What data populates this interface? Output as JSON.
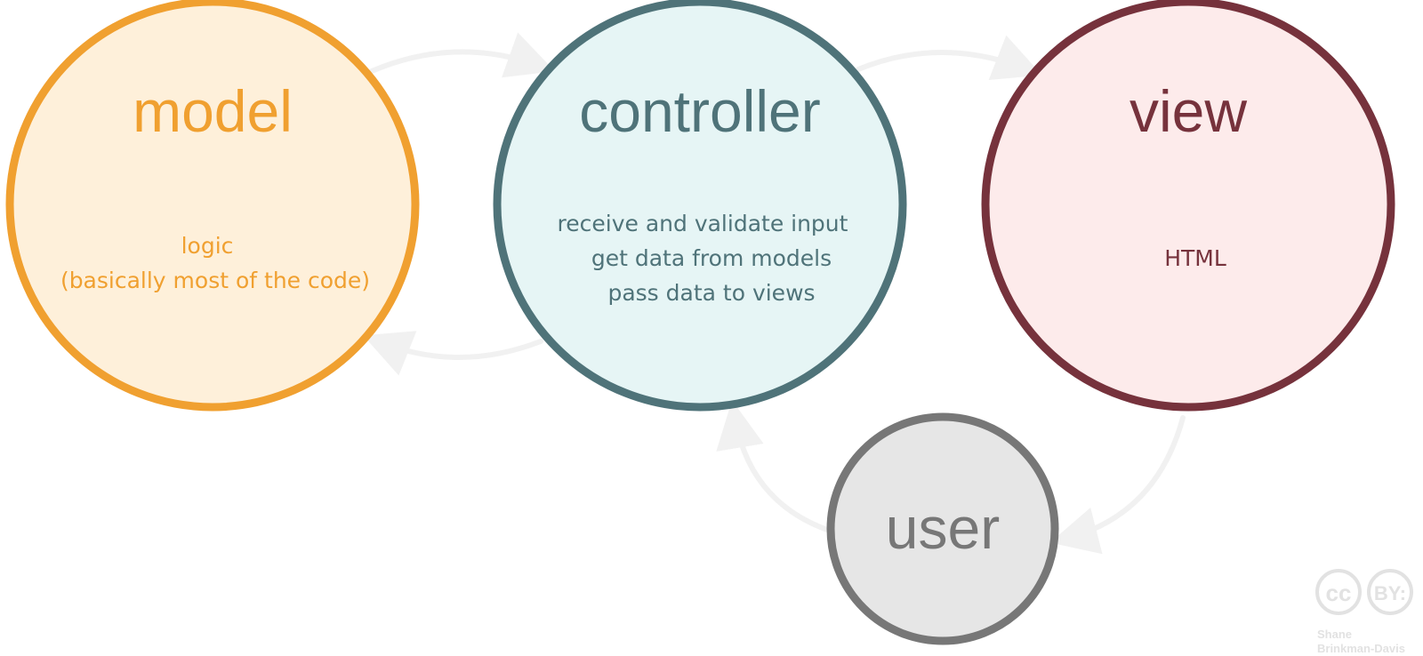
{
  "colors": {
    "model": "#F0A030",
    "model_fill": "#FEF0DA",
    "controller": "#4F7379",
    "controller_fill": "#E6F5F5",
    "view": "#76323C",
    "view_fill": "#FDEBEB",
    "user": "#777777",
    "user_fill": "#E6E6E6",
    "arrow": "#F1F1F1",
    "license": "#E2E2E2"
  },
  "nodes": {
    "model": {
      "title": "model",
      "lines": [
        "logic",
        "(basically most of the code)"
      ]
    },
    "controller": {
      "title": "controller",
      "lines": [
        "receive and validate input",
        "get data from models",
        "pass data to views"
      ]
    },
    "view": {
      "title": "view",
      "lines": [
        "HTML"
      ]
    },
    "user": {
      "title": "user"
    }
  },
  "license": {
    "cc_label": "cc",
    "by_label": "BY:",
    "author_line1": "Shane",
    "author_line2": "Brinkman-Davis"
  }
}
